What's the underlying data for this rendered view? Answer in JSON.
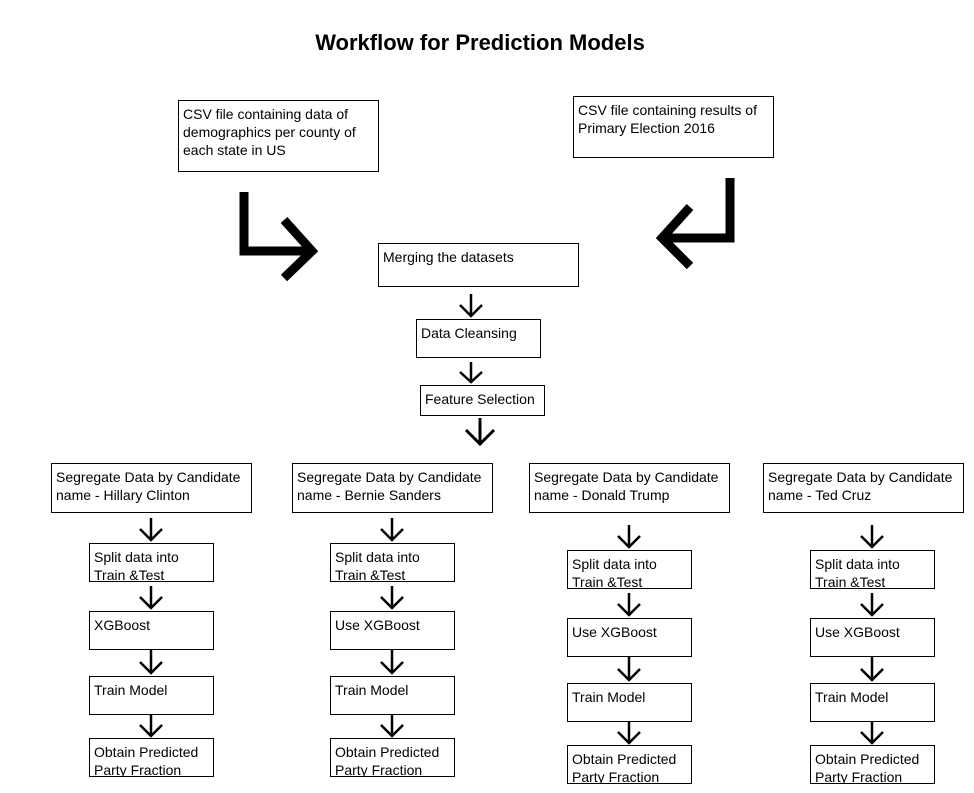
{
  "title": "Workflow for Prediction Models",
  "inputs": {
    "demographics": "CSV file containing data of demographics per county of each state in US",
    "results": "CSV file containing results of Primary Election 2016"
  },
  "pipeline": {
    "merge": "Merging the datasets",
    "cleansing": "Data Cleansing",
    "feature_selection": "Feature Selection"
  },
  "branches": [
    {
      "segregate": "Segregate Data by Candidate name - Hillary Clinton",
      "split": "Split data into Train &Test",
      "model": "XGBoost",
      "train": "Train Model",
      "obtain": "Obtain Predicted Party Fraction"
    },
    {
      "segregate": "Segregate Data by Candidate name - Bernie Sanders",
      "split": "Split data into Train &Test",
      "model": "Use XGBoost",
      "train": "Train Model",
      "obtain": "Obtain Predicted Party Fraction"
    },
    {
      "segregate": "Segregate Data by Candidate name - Donald Trump",
      "split": "Split data into Train &Test",
      "model": "Use XGBoost",
      "train": "Train Model",
      "obtain": "Obtain Predicted Party Fraction"
    },
    {
      "segregate": "Segregate Data by Candidate name - Ted Cruz",
      "split": "Split data into Train &Test",
      "model": "Use XGBoost",
      "train": "Train Model",
      "obtain": "Obtain Predicted Party Fraction"
    }
  ]
}
